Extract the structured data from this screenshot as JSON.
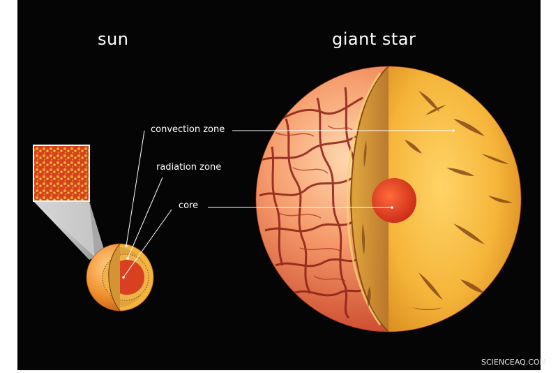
{
  "titles": {
    "sun": "sun",
    "giant_star": "giant star"
  },
  "labels": {
    "convection": "convection zone",
    "radiation": "radiation zone",
    "core": "core"
  },
  "watermark": "SCIENCEAQ.COM",
  "colors": {
    "background": "#050505",
    "frame": "#ffffff",
    "surface_orange": "#f08a45",
    "convection_yellow": "#f3b43a",
    "core_red": "#d8361e",
    "cell_lines": "#8b1f14",
    "leader_line": "#ffffff"
  }
}
